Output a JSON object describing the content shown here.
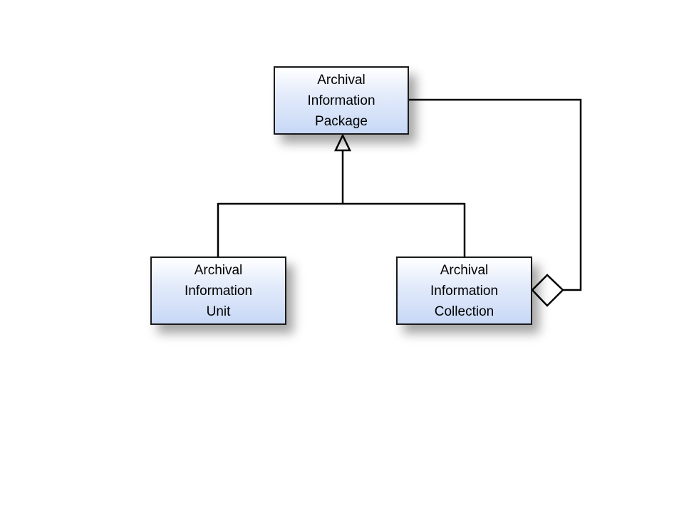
{
  "diagram": {
    "nodes": [
      {
        "id": "aip",
        "label": "Archival\nInformation\nPackage"
      },
      {
        "id": "aiu",
        "label": "Archival\nInformation\nUnit"
      },
      {
        "id": "aic",
        "label": "Archival\nInformation\nCollection"
      }
    ],
    "edges": [
      {
        "from": "aiu",
        "to": "aip",
        "relation": "generalization"
      },
      {
        "from": "aic",
        "to": "aip",
        "relation": "generalization"
      },
      {
        "from": "aip",
        "to": "aic",
        "relation": "aggregation"
      }
    ],
    "colors": {
      "box_border": "#1a1a1a",
      "box_fill_top": "#ffffff",
      "box_fill_bottom": "#c7d8f6",
      "line": "#000000"
    }
  }
}
